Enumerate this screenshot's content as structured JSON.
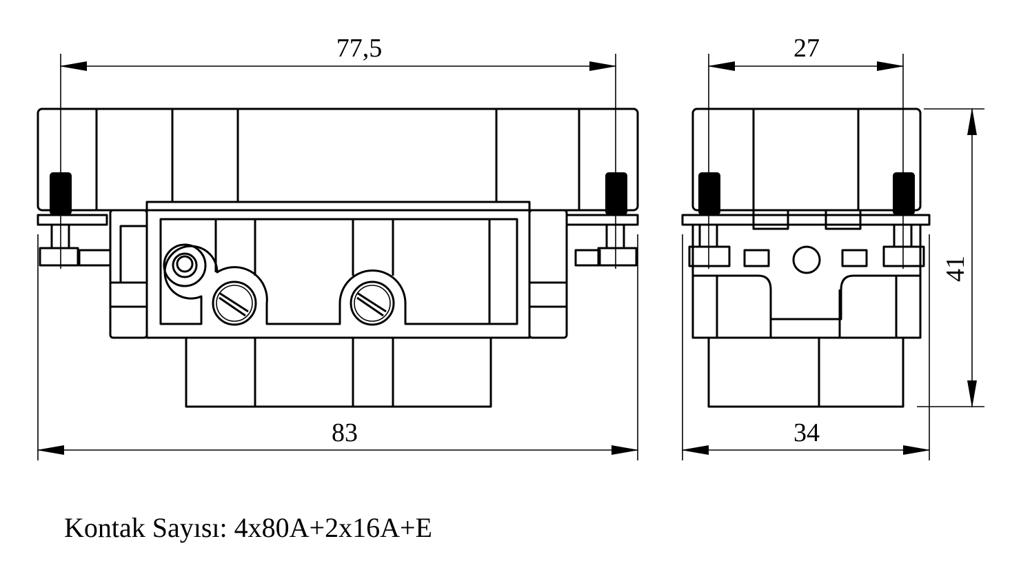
{
  "dimensions": {
    "front_top": "77,5",
    "front_bottom": "83",
    "side_top": "27",
    "side_bottom": "34",
    "side_height": "41"
  },
  "caption": "Kontak Sayısı: 4x80A+2x16A+E",
  "colors": {
    "line": "#000000",
    "background": "#ffffff"
  }
}
